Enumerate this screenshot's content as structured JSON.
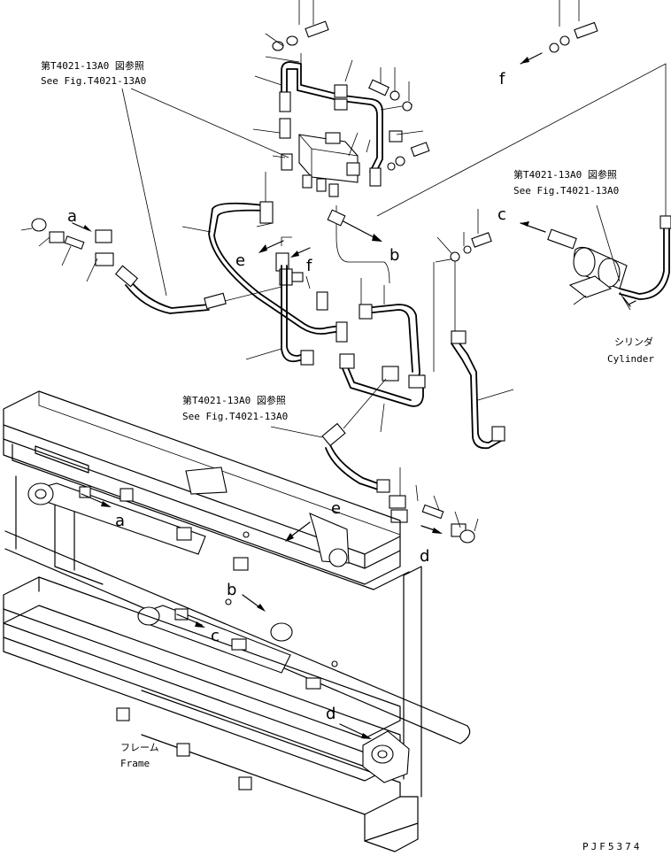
{
  "references": {
    "ref_top_left": {
      "jp": "第T4021-13A0 図参照",
      "en": "See Fig.T4021-13A0"
    },
    "ref_top_right": {
      "jp": "第T4021-13A0 図参照",
      "en": "See Fig.T4021-13A0"
    },
    "ref_middle": {
      "jp": "第T4021-13A0 図参照",
      "en": "See Fig.T4021-13A0"
    }
  },
  "callouts": {
    "cylinder": {
      "jp": "シリンダ",
      "en": "Cylinder"
    },
    "frame": {
      "jp": "フレーム",
      "en": "Frame"
    }
  },
  "letters": {
    "a_top": "a",
    "b_top": "b",
    "c_top": "c",
    "d_top": "d",
    "e_top": "e",
    "f_top": "f",
    "f_mid": "f",
    "a_frame": "a",
    "b_frame": "b",
    "c_frame": "c",
    "d_frame": "d",
    "e_frame": "e"
  },
  "drawing_code": "PJF5374"
}
